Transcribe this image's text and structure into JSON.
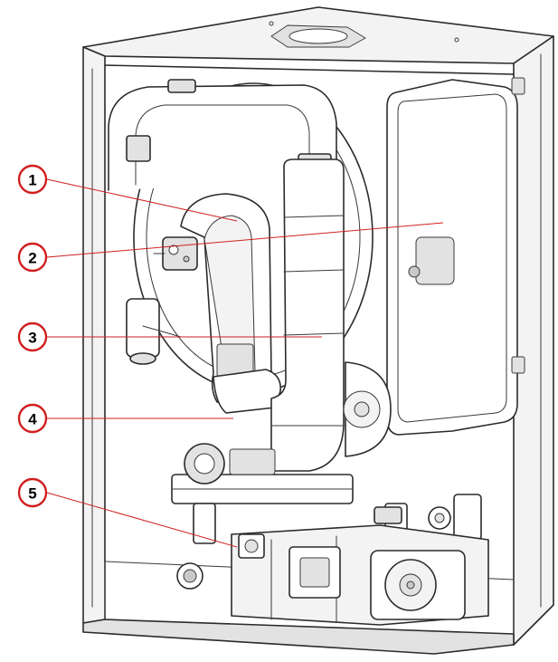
{
  "colors": {
    "callout_ring": "#d11f1f",
    "leader_line": "#d11f1f",
    "drawing_line": "#2b2b2b"
  },
  "callouts": [
    {
      "label": "1"
    },
    {
      "label": "2"
    },
    {
      "label": "3"
    },
    {
      "label": "4"
    },
    {
      "label": "5"
    }
  ]
}
